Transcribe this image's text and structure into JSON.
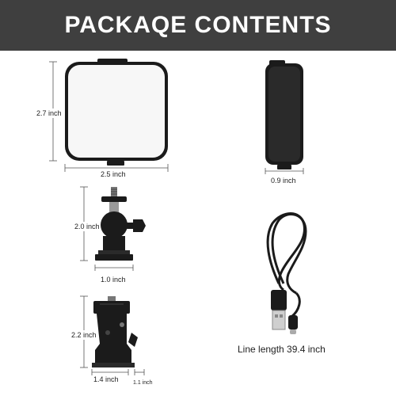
{
  "header": {
    "title": "PACKAQE CONTENTS"
  },
  "items": {
    "light_front": {
      "height": "2.7 inch",
      "width": "2.5 inch"
    },
    "light_side": {
      "depth": "0.9 inch"
    },
    "ball_head": {
      "height": "2.0 inch",
      "width": "1.0 inch"
    },
    "clamp": {
      "height": "2.2 inch",
      "width": "1.4 inch",
      "depth": "1.1 inch"
    },
    "cable": {
      "caption": "Line length 39.4 inch"
    }
  },
  "colors": {
    "header_bg": "#3f3f3f",
    "header_text": "#ffffff",
    "product": "#1b1b1b"
  }
}
